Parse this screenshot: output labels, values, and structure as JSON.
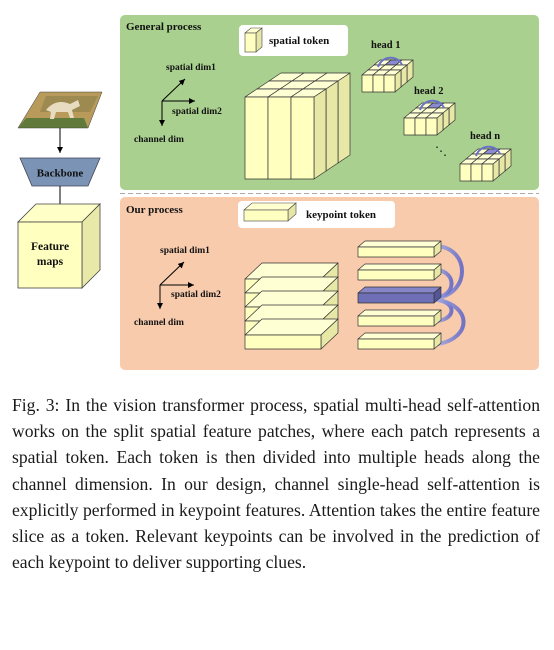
{
  "diagram": {
    "general": {
      "panel_title": "General process",
      "legend_label": "spatial token",
      "axes": {
        "spatial1": "spatial dim1",
        "spatial2": "spatial dim2",
        "channel": "channel dim"
      },
      "heads": [
        "head 1",
        "head 2",
        "head n"
      ],
      "ellipsis": "⋱"
    },
    "ours": {
      "panel_title": "Our process",
      "legend_label": "keypoint token",
      "axes": {
        "spatial1": "spatial dim1",
        "spatial2": "spatial dim2",
        "channel": "channel dim"
      }
    },
    "backbone_label": "Backbone",
    "feature_maps_label_1": "Feature",
    "feature_maps_label_2": "maps"
  },
  "colors": {
    "general_panel": "#a9d08e",
    "our_panel": "#f8cbad",
    "token_fill": "#ffffc0",
    "highlight_token": "#6f6fb8",
    "backbone": "#7b93b5"
  },
  "caption": {
    "prefix": "Fig. 3:",
    "text": "In the vision transformer process, spatial multi-head self-attention works on the split spatial feature patches, where each patch represents a spatial token. Each token is then divided into multiple heads along the channel dimension. In our design, channel single-head self-attention is explicitly performed in keypoint features. Attention takes the entire feature slice as a token. Relevant keypoints can be involved in the prediction of each keypoint to deliver supporting clues."
  }
}
